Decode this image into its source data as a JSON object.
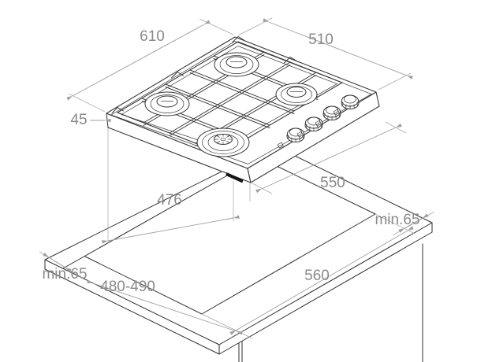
{
  "diagram": {
    "labels": {
      "hob_width": "610",
      "hob_depth": "510",
      "hob_height": "45",
      "base_width": "476",
      "base_depth": "550",
      "cutout_width": "560",
      "cutout_depth": "480-490",
      "rear_clearance": "min.65",
      "side_clearance": "min.65"
    },
    "colors": {
      "outline": "#2f2f2f",
      "dimension_line": "#9f9f9f",
      "label_text": "#8a8a8a",
      "background": "#ffffff"
    }
  }
}
